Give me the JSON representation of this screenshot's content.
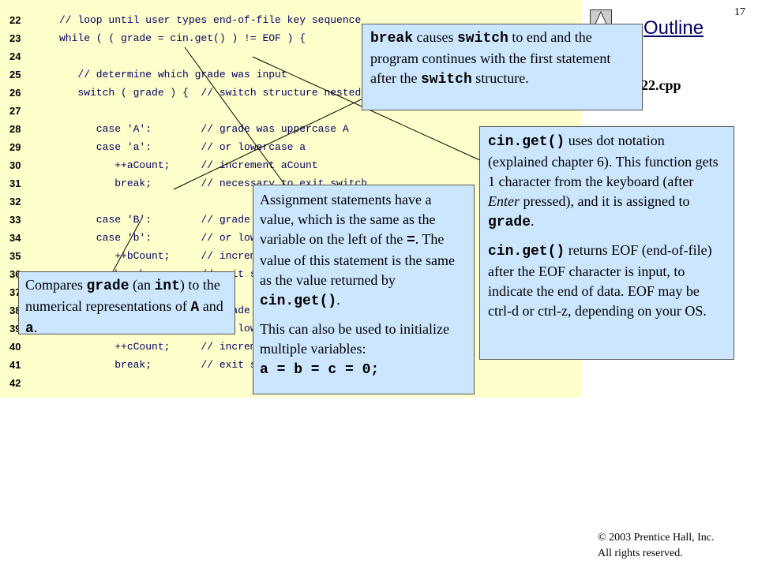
{
  "header": {
    "outline_title": "Outline",
    "page_number": "17",
    "file_name": "22.cpp",
    "icon": "up-triangle-icon"
  },
  "code": {
    "lines": [
      {
        "num": "22",
        "text": "// loop until user types end-of-file key sequence"
      },
      {
        "num": "23",
        "text": "while ( ( grade = cin.get() ) != EOF ) {"
      },
      {
        "num": "24",
        "text": ""
      },
      {
        "num": "25",
        "text": "   // determine which grade was input"
      },
      {
        "num": "26",
        "text": "   switch ( grade ) {  // switch structure nested in while"
      },
      {
        "num": "27",
        "text": ""
      },
      {
        "num": "28",
        "text": "      case 'A':        // grade was uppercase A"
      },
      {
        "num": "29",
        "text": "      case 'a':        // or lowercase a"
      },
      {
        "num": "30",
        "text": "         ++aCount;     // increment aCount"
      },
      {
        "num": "31",
        "text": "         break;        // necessary to exit switch"
      },
      {
        "num": "32",
        "text": ""
      },
      {
        "num": "33",
        "text": "      case 'B':        // grade was uppercase B"
      },
      {
        "num": "34",
        "text": "      case 'b':        // or lowercase b"
      },
      {
        "num": "35",
        "text": "         ++bCount;     // increment bCount"
      },
      {
        "num": "36",
        "text": "         break;        // exit switch"
      },
      {
        "num": "37",
        "text": ""
      },
      {
        "num": "38",
        "text": "      case 'C':        // grade was uppercase C"
      },
      {
        "num": "39",
        "text": "      case 'c':        // or lowercase c"
      },
      {
        "num": "40",
        "text": "         ++cCount;     // increment cCount"
      },
      {
        "num": "41",
        "text": "         break;        // exit switch"
      },
      {
        "num": "42",
        "text": ""
      }
    ]
  },
  "callouts": {
    "break": {
      "kw1": "break",
      "t1": " causes ",
      "kw2": "switch",
      "t2": " to end and the program continues with the first statement after the ",
      "kw3": "switch",
      "t3": " structure."
    },
    "cin_get": {
      "p1_kw": "cin.get()",
      "p1_t1": " uses dot notation (explained chapter 6). This function gets 1 character from the keyboard (after ",
      "p1_em": "Enter",
      "p1_t2": " pressed), and it is assigned to ",
      "p1_kw2": "grade",
      "p1_t3": ".",
      "p2_kw": "cin.get()",
      "p2_t": " returns EOF (end-of-file) after the EOF character is input, to indicate the end of data. EOF may be ctrl-d or ctrl-z, depending on your OS."
    },
    "assignment": {
      "p1_t1": "Assignment statements have a value, which is the same as the variable on the left of the ",
      "p1_kw": "=",
      "p1_t2": ". The value of this statement is the same as the value returned by ",
      "p1_kw2": "cin.get()",
      "p1_t3": ".",
      "p2_t": "This can also be used to initialize multiple variables:",
      "p2_code": "a = b = c = 0;"
    },
    "compares": {
      "t1": "Compares ",
      "kw1": "grade",
      "t2": " (an ",
      "kw2": "int",
      "t3": ") to the numerical representations of ",
      "kw3": "A",
      "t4": " and ",
      "kw4": "a",
      "t5": "."
    }
  },
  "footer": {
    "copyright_line1": "© 2003 Prentice Hall, Inc.",
    "copyright_line2": "All rights reserved."
  }
}
